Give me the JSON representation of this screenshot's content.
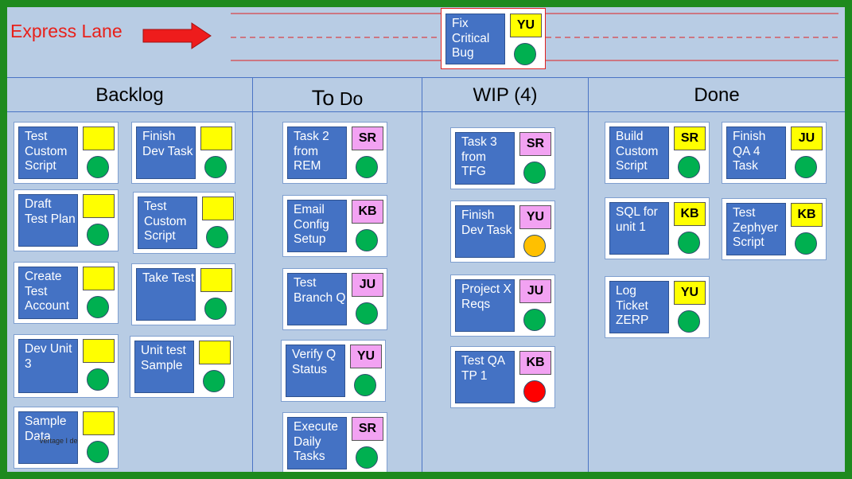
{
  "express_lane": {
    "label": "Express Lane",
    "card": {
      "task": "Fix Critical Bug",
      "tag": "YU",
      "tag_color": "yellow",
      "status": "green"
    }
  },
  "columns": {
    "backlog": {
      "title": "Backlog"
    },
    "todo": {
      "title_main": "To",
      "title_sub": "Do"
    },
    "wip": {
      "title": "WIP (4)"
    },
    "done": {
      "title": "Done"
    }
  },
  "cards": {
    "backlog": [
      {
        "task": "Test Custom Script",
        "tag": "",
        "tag_color": "yellow",
        "status": "green"
      },
      {
        "task": "Finish Dev Task",
        "tag": "",
        "tag_color": "yellow",
        "status": "green"
      },
      {
        "task": "Draft Test Plan",
        "tag": "",
        "tag_color": "yellow",
        "status": "green"
      },
      {
        "task": "Test Custom Script",
        "tag": "",
        "tag_color": "yellow",
        "status": "green"
      },
      {
        "task": "Create Test Account",
        "tag": "",
        "tag_color": "yellow",
        "status": "green"
      },
      {
        "task": "Take Test",
        "tag": "",
        "tag_color": "yellow",
        "status": "green"
      },
      {
        "task": "Dev Unit 3",
        "tag": "",
        "tag_color": "yellow",
        "status": "green"
      },
      {
        "task": "Unit test Sample",
        "tag": "",
        "tag_color": "yellow",
        "status": "green"
      },
      {
        "task": "Sample Data",
        "tag": "",
        "tag_color": "yellow",
        "status": "green"
      }
    ],
    "todo": [
      {
        "task": "Task 2 from REM",
        "tag": "SR",
        "tag_color": "pink",
        "status": "green"
      },
      {
        "task": "Email Config Setup",
        "tag": "KB",
        "tag_color": "pink",
        "status": "green"
      },
      {
        "task": "Test Branch Q",
        "tag": "JU",
        "tag_color": "pink",
        "status": "green"
      },
      {
        "task": "Verify Q Status",
        "tag": "YU",
        "tag_color": "pink",
        "status": "green"
      },
      {
        "task": "Execute Daily Tasks",
        "tag": "SR",
        "tag_color": "pink",
        "status": "green"
      }
    ],
    "wip": [
      {
        "task": "Task 3 from TFG",
        "tag": "SR",
        "tag_color": "pink",
        "status": "green"
      },
      {
        "task": "Finish Dev Task",
        "tag": "YU",
        "tag_color": "pink",
        "status": "amber"
      },
      {
        "task": "Project X Reqs",
        "tag": "JU",
        "tag_color": "pink",
        "status": "green"
      },
      {
        "task": "Test QA TP 1",
        "tag": "KB",
        "tag_color": "pink",
        "status": "red"
      }
    ],
    "done": [
      {
        "task": "Build Custom Script",
        "tag": "SR",
        "tag_color": "yellow",
        "status": "green"
      },
      {
        "task": "Finish QA 4 Task",
        "tag": "JU",
        "tag_color": "yellow",
        "status": "green"
      },
      {
        "task": "SQL for unit 1",
        "tag": "KB",
        "tag_color": "yellow",
        "status": "green"
      },
      {
        "task": "Test Zephyer Script",
        "tag": "KB",
        "tag_color": "yellow",
        "status": "green"
      },
      {
        "task": "Log Ticket ZERP",
        "tag": "YU",
        "tag_color": "yellow",
        "status": "green"
      }
    ]
  },
  "watermark": "Vertage I de"
}
